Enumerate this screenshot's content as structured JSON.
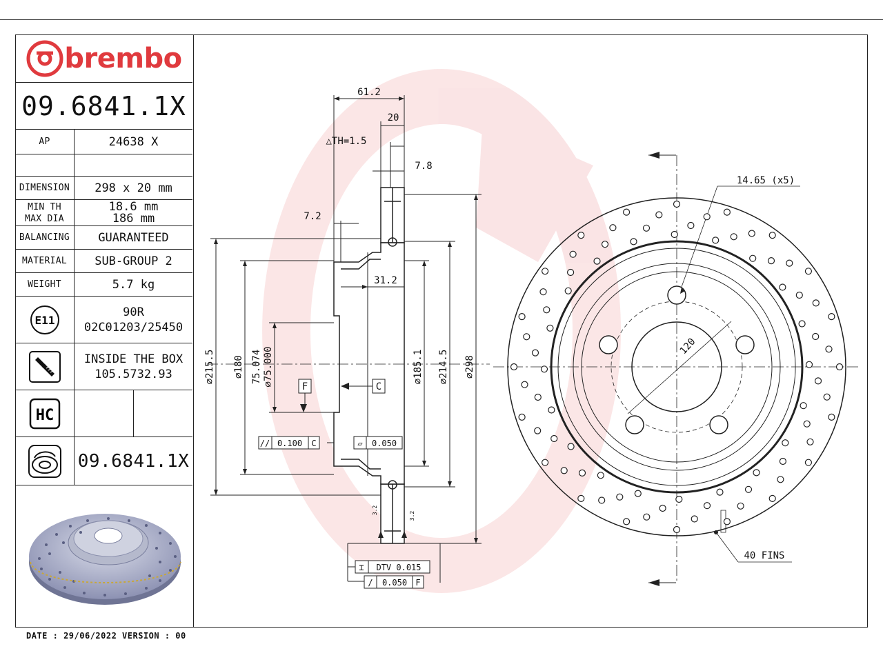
{
  "brand": {
    "name": "brembo",
    "color": "#e03a3e"
  },
  "part_number": "09.6841.1X",
  "ap": {
    "label": "AP",
    "value": "24638 X"
  },
  "specs": [
    {
      "key": "dimension",
      "label": "DIMENSION",
      "value": "298 x 20 mm"
    },
    {
      "key": "min_th",
      "label": "MIN TH",
      "value": "18.6 mm"
    },
    {
      "key": "max_dia",
      "label": "MAX DIA",
      "value": "186 mm"
    },
    {
      "key": "balancing",
      "label": "BALANCING",
      "value": "GUARANTEED"
    },
    {
      "key": "material",
      "label": "MATERIAL",
      "value": "SUB-GROUP 2"
    },
    {
      "key": "weight",
      "label": "WEIGHT",
      "value": "5.7 kg"
    }
  ],
  "homologation": {
    "icon_text": "E11",
    "line1": "90R",
    "line2": "02C01203/25450"
  },
  "inside_box": {
    "line1": "INSIDE THE BOX",
    "line2": "105.5732.93"
  },
  "hc_badge": "HC",
  "footer_part_number": "09.6841.1X",
  "footer": {
    "date_text": "DATE : 29/06/2022 VERSION : 00"
  },
  "drawing": {
    "dims_top": {
      "d61": "61.2",
      "d20": "20",
      "th": "△TH=1.5",
      "d78": "7.8",
      "d72": "7.2",
      "d312": "31.2"
    },
    "diameters": {
      "d2155": "⌀215.5",
      "d180": "⌀180",
      "d75074": "75.074",
      "d75000": "⌀75.000",
      "d1851": "⌀185.1",
      "d2145": "⌀214.5",
      "d298": "⌀298"
    },
    "datum_f": "F",
    "datum_c": "C",
    "tol_parallel": {
      "symbol": "//",
      "value": "0.100",
      "ref": "C"
    },
    "tol_flat": {
      "symbol": "▱",
      "value": "0.050"
    },
    "small_dims": {
      "a": "3.2",
      "b": "3.2"
    },
    "dtv": {
      "symbol": "⌶",
      "value": "DTV 0.015"
    },
    "runout": {
      "symbol": "/",
      "value": "0.050",
      "ref": "F"
    },
    "holes_label": "14.65 (x5)",
    "pcd_label": "120",
    "fins_label": "40 FINS"
  }
}
